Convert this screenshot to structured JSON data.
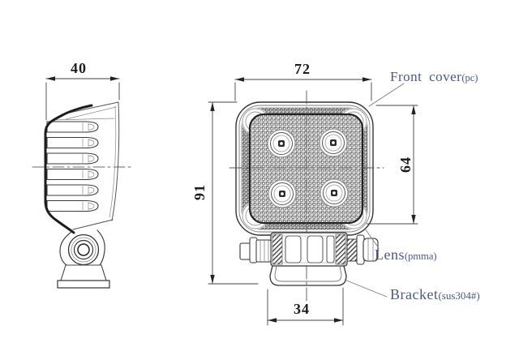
{
  "dimensions": {
    "side_depth": "40",
    "front_width": "72",
    "overall_height": "91",
    "lens_height": "64",
    "bracket_width": "34"
  },
  "part_labels": {
    "front_cover": {
      "name": "Front cover",
      "material": "(pc)"
    },
    "lens": {
      "name": "Lens",
      "material": "(pmma)"
    },
    "bracket": {
      "name": "Bracket",
      "material": "(sus304#)"
    }
  },
  "colors": {
    "background": "#ffffff",
    "outline": "#2f2f2f",
    "thin_line": "#777777",
    "dimension_text": "#1c1c1c",
    "label_text": "#4a5a86"
  }
}
